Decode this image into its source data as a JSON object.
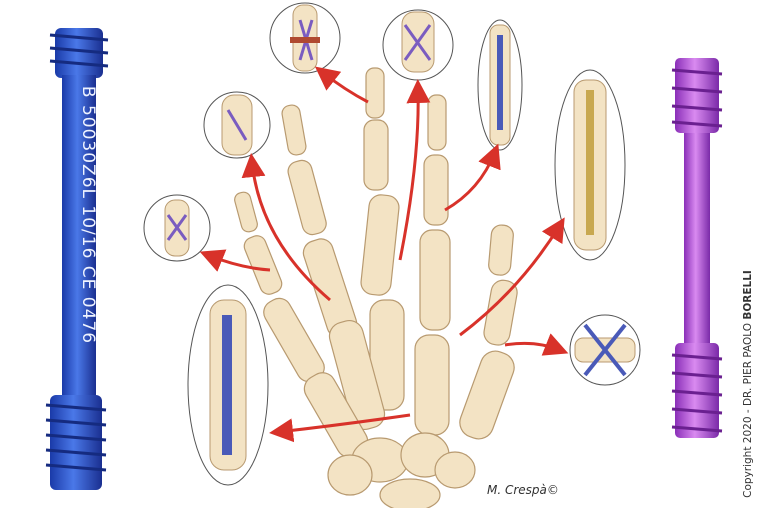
{
  "screw_left": {
    "color": "#2a4fc8",
    "engraving": "B 50030Z6L 10/16 CE 0476"
  },
  "screw_right": {
    "color": "#b04fd8"
  },
  "bone_color": "#f3e3c4",
  "arrow_color": "#d8322a",
  "copyright": {
    "prefix": "Copyright 2020 - DR. PIER PAOLO ",
    "name": "BORELLI"
  },
  "signature": "M. Crespà©"
}
